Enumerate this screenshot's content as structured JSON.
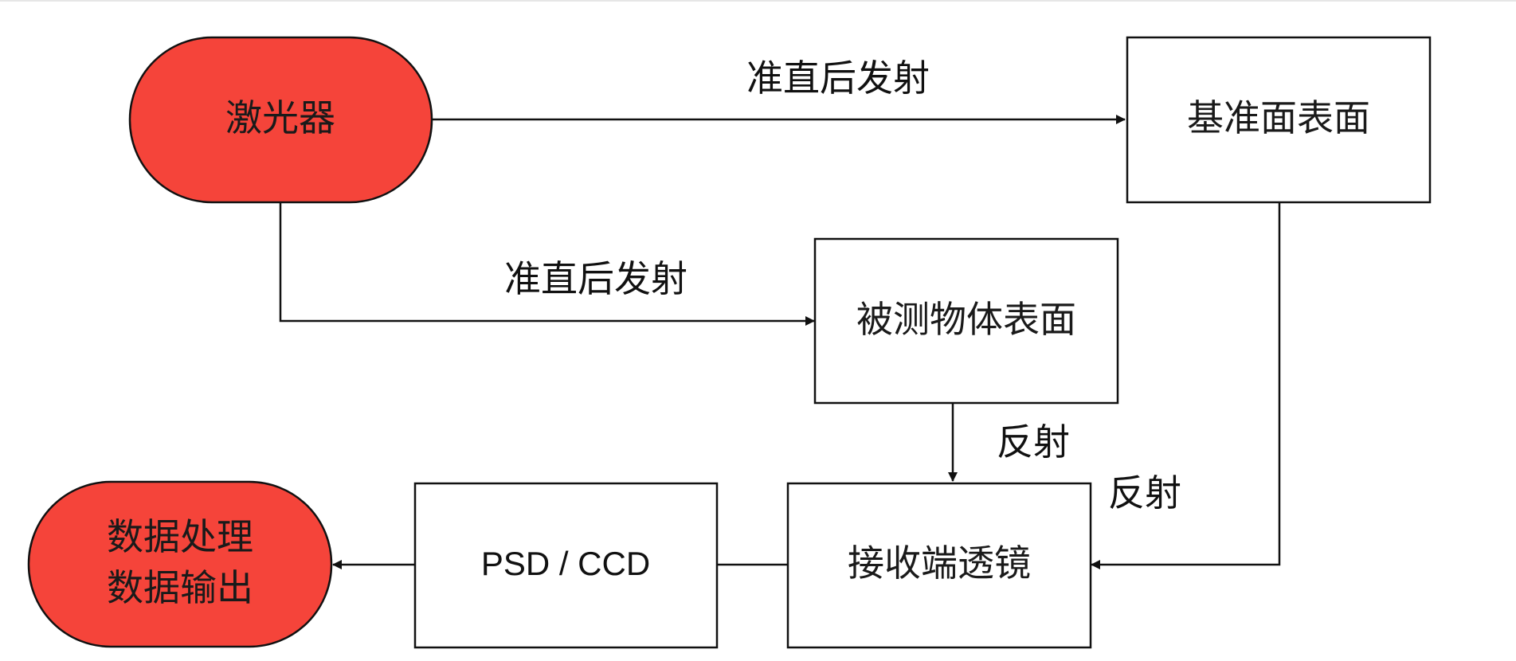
{
  "colors": {
    "terminal_fill": "#f5443a",
    "stroke": "#111111",
    "box_fill": "#ffffff"
  },
  "nodes": {
    "laser": "激光器",
    "reference_surface": "基准面表面",
    "measured_surface": "被测物体表面",
    "receiver_lens": "接收端透镜",
    "detector": "PSD / CCD",
    "output_line1": "数据处理",
    "output_line2": "数据输出"
  },
  "edges": {
    "laser_to_reference": "准直后发射",
    "laser_to_measured": "准直后发射",
    "measured_to_lens": "反射",
    "reference_to_lens": "反射"
  }
}
